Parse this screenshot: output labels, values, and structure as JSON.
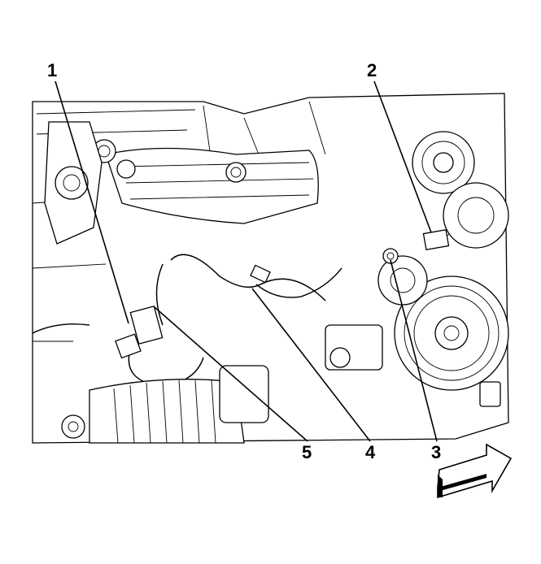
{
  "callouts": [
    {
      "id": "1",
      "label": "1"
    },
    {
      "id": "2",
      "label": "2"
    },
    {
      "id": "3",
      "label": "3"
    },
    {
      "id": "4",
      "label": "4"
    },
    {
      "id": "5",
      "label": "5"
    }
  ],
  "direction_indicator": "forward-arrow-icon",
  "colors": {
    "line": "#000000",
    "background": "#ffffff"
  }
}
